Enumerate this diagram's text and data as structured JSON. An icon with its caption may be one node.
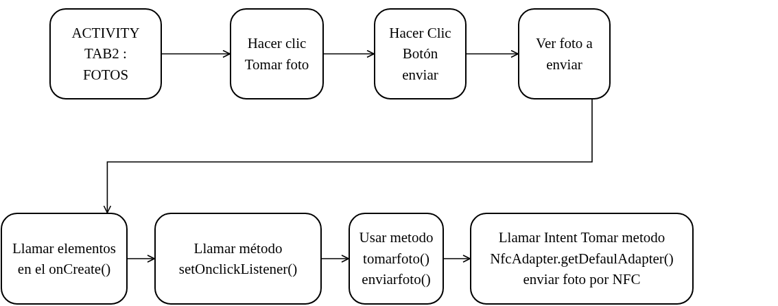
{
  "diagram": {
    "nodes": [
      {
        "text": [
          "ACTIVITY TAB2 : FOTOS"
        ]
      },
      {
        "text": [
          "Hacer clic Tomar foto"
        ]
      },
      {
        "text": [
          "Hacer Clic Botón enviar"
        ]
      },
      {
        "text": [
          "Ver foto a enviar"
        ]
      },
      {
        "text": [
          "Llamar elementos en el onCreate()"
        ]
      },
      {
        "text": [
          "Llamar método setOnclickListener()"
        ]
      },
      {
        "text": [
          "Usar metodo tomarfoto() enviarfoto()"
        ]
      },
      {
        "text": [
          "Llamar Intent Tomar metodo NfcAdapter.getDefaulAdapter() enviar foto por NFC"
        ]
      }
    ],
    "edges": [
      {
        "from": 0,
        "to": 1,
        "arrow": "to"
      },
      {
        "from": 1,
        "to": 2,
        "arrow": "to"
      },
      {
        "from": 2,
        "to": 3,
        "arrow": "to"
      },
      {
        "from": 3,
        "to": 4,
        "arrow": "to"
      },
      {
        "from": 4,
        "to": 5,
        "arrow": "to"
      },
      {
        "from": 5,
        "to": 6,
        "arrow": "to"
      },
      {
        "from": 6,
        "to": 7,
        "arrow": "to"
      }
    ]
  }
}
